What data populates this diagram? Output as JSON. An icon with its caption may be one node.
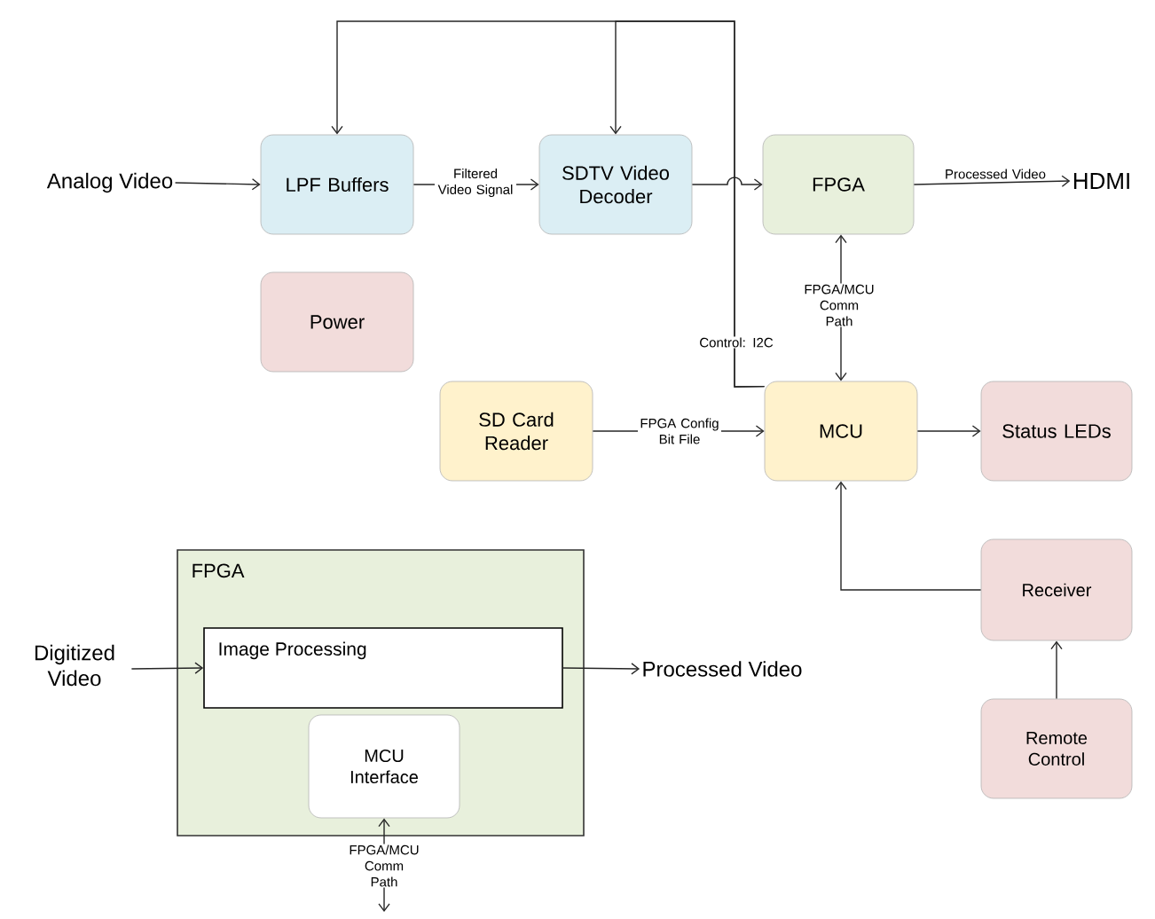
{
  "diagram": {
    "nodes": [
      {
        "text": [
          "Analog Video"
        ]
      },
      {
        "text": [
          "LPF Buffers"
        ]
      },
      {
        "text": [
          "SDTV Video Decoder"
        ]
      },
      {
        "text": [
          "FPGA"
        ]
      },
      {
        "text": [
          "HDMI"
        ]
      },
      {
        "text": [
          "Power"
        ]
      },
      {
        "text": [
          "SD Card Reader"
        ]
      },
      {
        "text": [
          "MCU"
        ]
      },
      {
        "text": [
          "Status LEDs"
        ]
      },
      {
        "text": [
          "Receiver"
        ]
      },
      {
        "text": [
          "Remote Control"
        ]
      },
      {
        "text": [
          "FPGA"
        ]
      },
      {
        "text": [
          "Image Processing"
        ],
        "in": 11
      },
      {
        "text": [
          "MCU Interface"
        ],
        "in": 11
      },
      {
        "text": [
          "Digitized Video"
        ]
      },
      {
        "text": [
          "Processed Video"
        ]
      }
    ],
    "edges": [
      {
        "from": 0,
        "to": 1,
        "arrow": "to"
      },
      {
        "from": 1,
        "to": 2,
        "arrow": "to",
        "label": "Filtered Video Signal"
      },
      {
        "from": 2,
        "to": 3,
        "arrow": "to"
      },
      {
        "from": 3,
        "to": 4,
        "arrow": "to",
        "label": "Processed Video"
      },
      {
        "from": 7,
        "to": 3,
        "arrow": "both",
        "label": "FPGA/MCU Comm Path"
      },
      {
        "from": 7,
        "to": 1,
        "arrow": "to",
        "label": "Control: I2C"
      },
      {
        "from": 7,
        "to": 2,
        "arrow": "to"
      },
      {
        "from": 6,
        "to": 7,
        "arrow": "to",
        "label": "FPGA Config Bit File"
      },
      {
        "from": 7,
        "to": 8,
        "arrow": "to"
      },
      {
        "from": 9,
        "to": 7,
        "arrow": "to"
      },
      {
        "from": 10,
        "to": 9,
        "arrow": "to"
      },
      {
        "from": 14,
        "to": 12,
        "arrow": "to"
      },
      {
        "from": 12,
        "to": 15,
        "arrow": "to"
      },
      {
        "from": 13,
        "to": null,
        "arrow": "both",
        "label": "FPGA/MCU Comm Path"
      }
    ]
  }
}
